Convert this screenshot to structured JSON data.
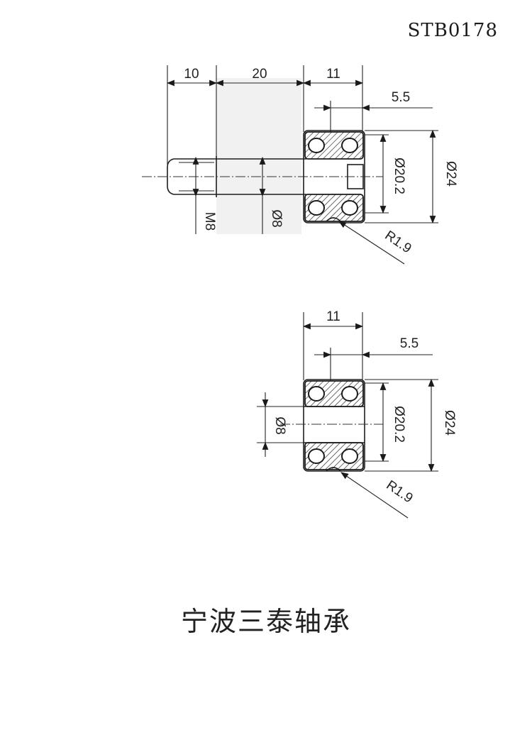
{
  "drawing": {
    "code": "STB0178",
    "company": "宁波三泰轴承"
  },
  "top_view": {
    "dim_10": "10",
    "dim_20": "20",
    "dim_11": "11",
    "dim_5_5": "5.5",
    "dim_phi20_2": "Ø20.2",
    "dim_phi24": "Ø24",
    "dim_m8": "M8",
    "dim_phi8": "Ø8",
    "dim_r1_9": "R1.9"
  },
  "bottom_view": {
    "dim_11": "11",
    "dim_5_5": "5.5",
    "dim_phi8": "Ø8",
    "dim_phi20_2": "Ø20.2",
    "dim_phi24": "Ø24",
    "dim_r1_9": "R1.9"
  }
}
